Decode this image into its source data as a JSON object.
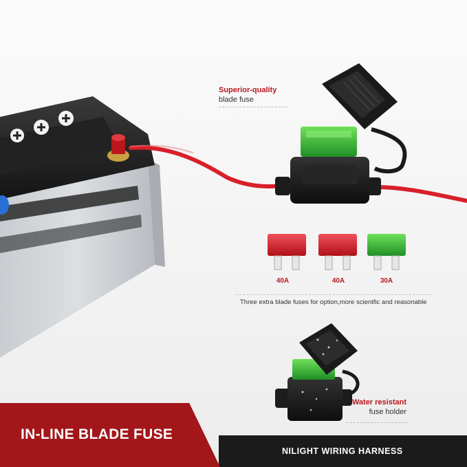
{
  "callouts": {
    "top_title": "Superior-quality",
    "top_sub": "blade fuse",
    "water_title": "Water resistant",
    "water_sub": "fuse holder"
  },
  "fuses": [
    {
      "rating": "40A",
      "color": "#d8202a"
    },
    {
      "rating": "40A",
      "color": "#d8202a"
    },
    {
      "rating": "30A",
      "color": "#2fae3a"
    }
  ],
  "fuses_caption": "Three extra blade fuses for option,more scientfic and reasonable",
  "banner": {
    "left_text": "IN-LINE BLADE FUSE",
    "right_text": "NILIGHT WIRING HARNESS",
    "left_color": "#a3161a",
    "right_color": "#1b1b1b"
  },
  "colors": {
    "wire": "#d8202a",
    "fuse_green": "#3fbf3a",
    "holder": "#1c1c1c"
  }
}
